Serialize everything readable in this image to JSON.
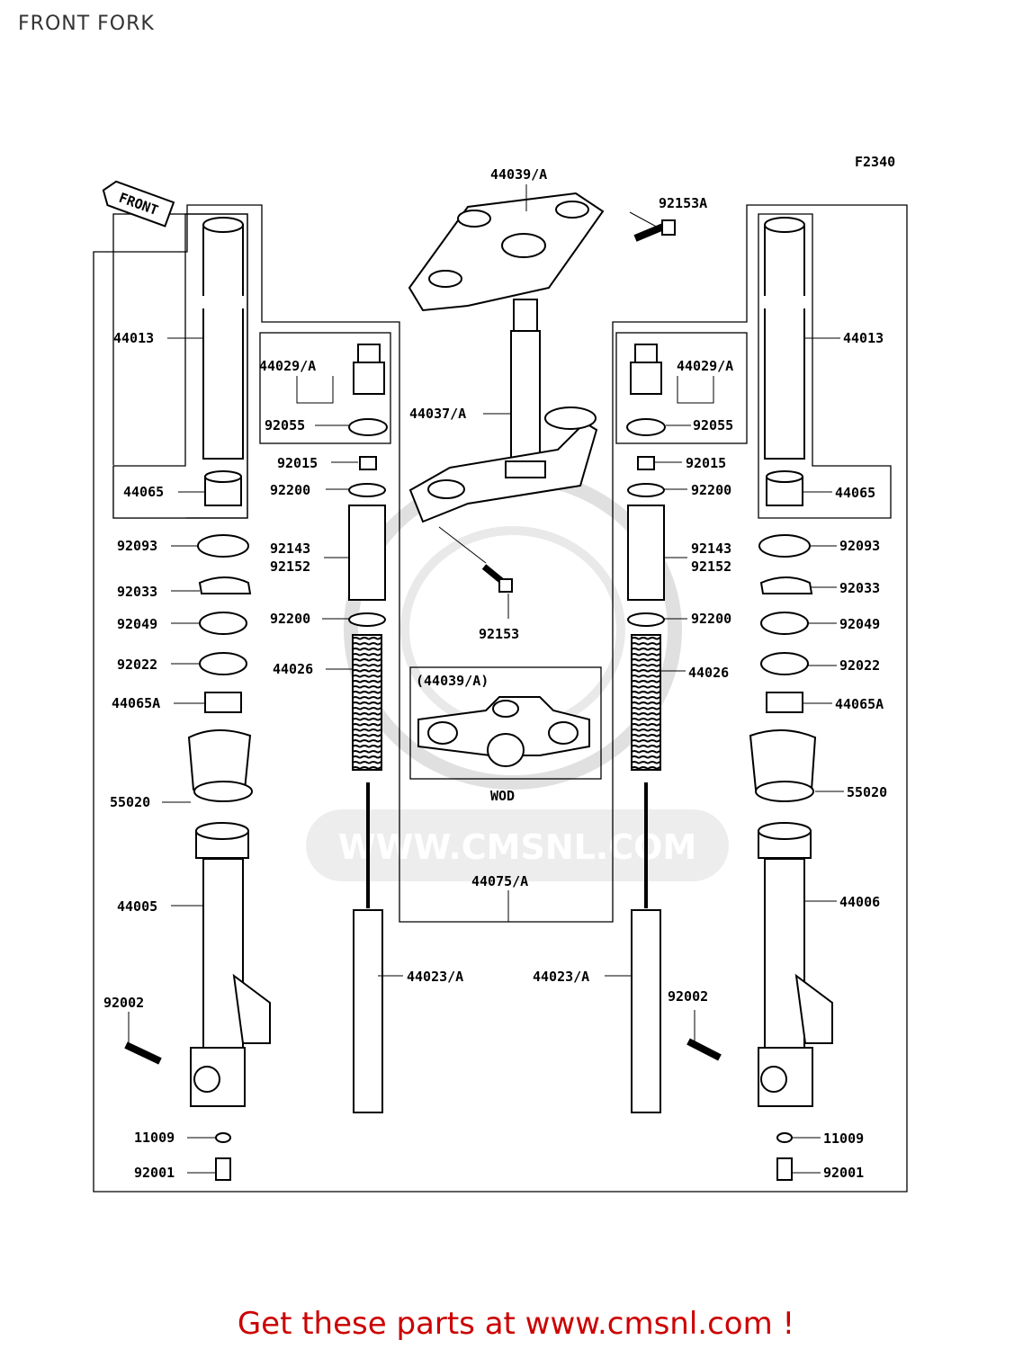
{
  "page_title": "FRONT FORK",
  "figure_code": "F2340",
  "front_arrow_text": "FRONT",
  "watermark": "WWW.CMSNL.COM",
  "inset": {
    "title": "(44039/A)",
    "caption": "WOD"
  },
  "footer": "Get these parts at www.cmsnl.com !",
  "labels": {
    "top_clamp": "44039/A",
    "top_bolt": "92153A",
    "stem": "44037/A",
    "stem_bolt": "92153",
    "damper": "44075/A",
    "tube_l": "44013",
    "tube_r": "44013",
    "cap_l": "44029/A",
    "cap_r": "44029/A",
    "oring_l": "92055",
    "oring_r": "92055",
    "nut_l": "92015",
    "nut_r": "92015",
    "washer_top_l": "92200",
    "washer_top_r": "92200",
    "collar_a_l": "92143",
    "collar_b_l": "92152",
    "collar_a_r": "92143",
    "collar_b_r": "92152",
    "washer_bot_l": "92200",
    "washer_bot_r": "92200",
    "spring_l": "44026",
    "spring_r": "44026",
    "bush_top_l": "44065",
    "bush_top_r": "44065",
    "dust_l": "92093",
    "dust_r": "92093",
    "clip_l": "92033",
    "clip_r": "92033",
    "oilseal_l": "92049",
    "oilseal_r": "92049",
    "washer_l": "92022",
    "washer_r": "92022",
    "bush_l": "44065A",
    "bush_r": "44065A",
    "guard_l": "55020",
    "guard_r": "55020",
    "outer_l": "44005",
    "outer_r": "44006",
    "cyl_l": "44023/A",
    "cyl_r": "44023/A",
    "axle_bolt_l": "92002",
    "axle_bolt_r": "92002",
    "gasket_l": "11009",
    "gasket_r": "11009",
    "drain_l": "92001",
    "drain_r": "92001"
  }
}
